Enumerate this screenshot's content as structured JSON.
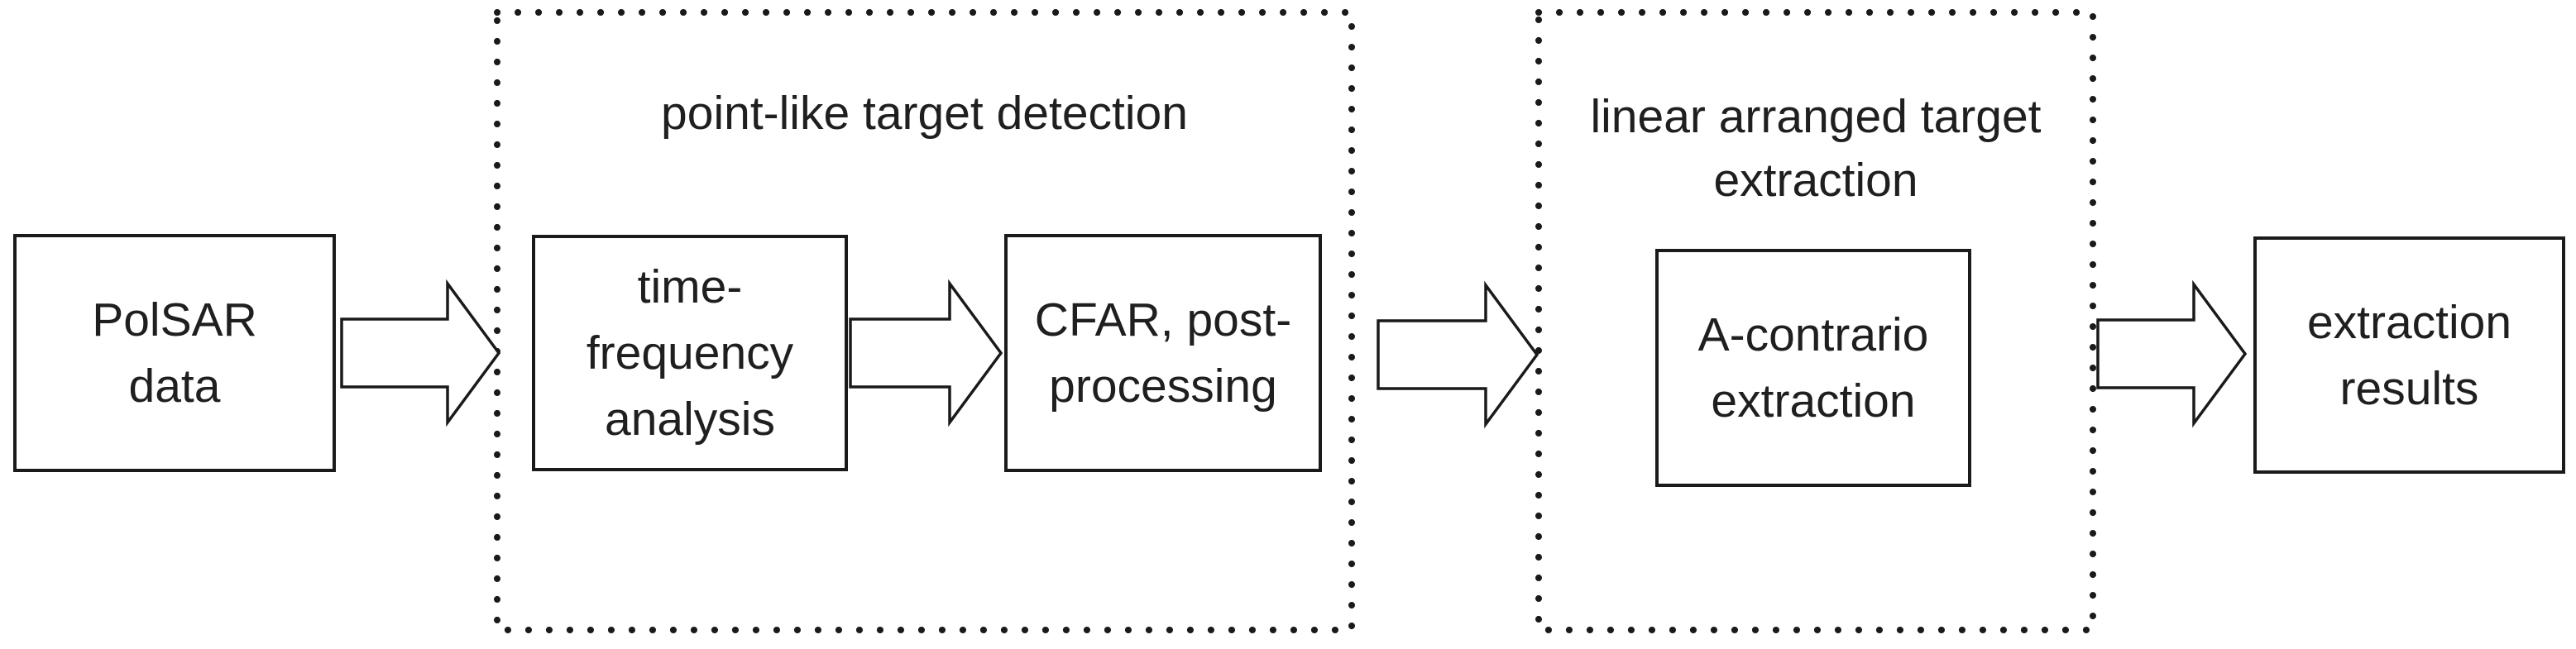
{
  "figure": {
    "colors": {
      "background": "#ffffff",
      "line": "#1a1a1a",
      "text": "#1f1f1f"
    },
    "groups": [
      {
        "id": "point-like-target-detection",
        "title": "point-like target detection"
      },
      {
        "id": "linear-arranged-target-extraction",
        "title": "linear arranged target\nextraction"
      }
    ],
    "nodes": [
      {
        "id": "polsar-data",
        "label": "PolSAR\ndata"
      },
      {
        "id": "time-frequency-analysis",
        "label": "time-\nfrequency\nanalysis"
      },
      {
        "id": "cfar-post-processing",
        "label": "CFAR, post-\nprocessing"
      },
      {
        "id": "a-contrario-extraction",
        "label": "A-contrario\nextraction"
      },
      {
        "id": "extraction-results",
        "label": "extraction\nresults"
      }
    ],
    "arrows": [
      {
        "id": "arrow-polsar-to-detection",
        "direction": "right"
      },
      {
        "id": "arrow-tfa-to-cfar",
        "direction": "right"
      },
      {
        "id": "arrow-detection-to-extraction",
        "direction": "right"
      },
      {
        "id": "arrow-extraction-to-results",
        "direction": "right"
      }
    ]
  }
}
